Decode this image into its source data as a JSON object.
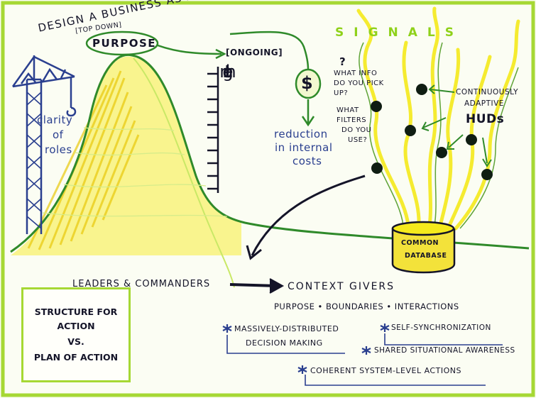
{
  "title": {
    "line": "DESIGN A BUSINESS AS A SYSTEM",
    "tag": "[TOP DOWN]",
    "purpose": "PURPOSE"
  },
  "crane_label": [
    "clarity",
    "of",
    "roles"
  ],
  "ongoing": "[ONGOING]",
  "alignment_letters": [
    "a",
    "l",
    "i",
    "g",
    "n",
    "m",
    "e",
    "n",
    "t"
  ],
  "money_symbol": "$",
  "reduction": [
    "reduction",
    "in internal",
    "costs"
  ],
  "signals": "SIGNALS",
  "question_mark": "?",
  "questions": [
    "WHAT INFO",
    "DO YOU PICK",
    "UP?",
    "WHAT",
    "FILTERS",
    "DO YOU",
    "USE?"
  ],
  "hud_label": [
    "CONTINUOUSLY",
    "ADAPTIVE",
    "HUDs"
  ],
  "database": [
    "COMMON",
    "DATABASE"
  ],
  "leaders": "LEADERS & COMMANDERS",
  "context_givers": "CONTEXT GIVERS",
  "context_sub": "PURPOSE • BOUNDARIES • INTERACTIONS",
  "box": [
    "STRUCTURE FOR",
    "ACTION",
    "VS.",
    "PLAN OF ACTION"
  ],
  "outcomes": {
    "distributed": [
      "MASSIVELY-DISTRIBUTED",
      "DECISION MAKING"
    ],
    "self_sync": "SELF-SYNCHRONIZATION",
    "shared": "SHARED SITUATIONAL AWARENESS",
    "coherent": "COHERENT SYSTEM-LEVEL ACTIONS"
  },
  "colors": {
    "ink": "#141428",
    "accent_blue": "#2a3f8f",
    "green": "#2f8a2a",
    "lime": "#a6d834",
    "yellow": "#f5ea1c"
  }
}
